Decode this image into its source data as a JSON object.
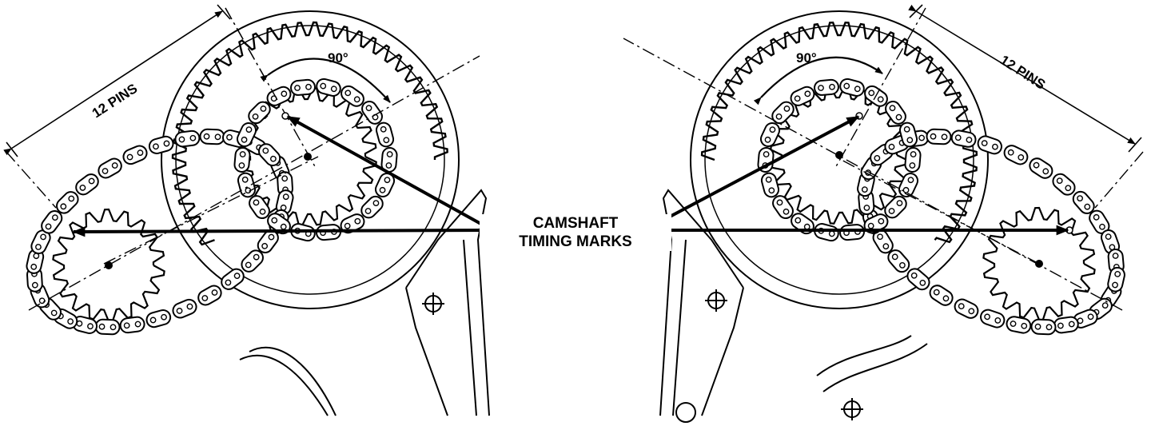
{
  "callout": {
    "line1": "CAMSHAFT",
    "line2": "TIMING MARKS"
  },
  "left_view": {
    "pin_count_label": "12 PINS",
    "angle_label": "90°"
  },
  "right_view": {
    "pin_count_label": "12 PINS",
    "angle_label": "90°"
  },
  "colors": {
    "ink": "#000000",
    "paper": "#ffffff"
  }
}
